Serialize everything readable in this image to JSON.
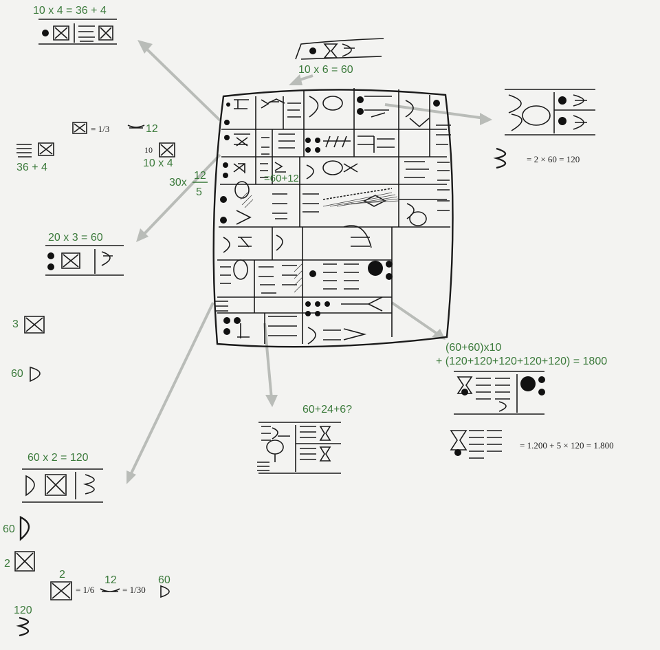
{
  "labels": {
    "top_left_eq": "10 x 4 = 36 + 4",
    "top_center_eq": "10 x 6 = 60",
    "third_eq_prefix": "= 1/3",
    "third_eq_value": "12",
    "ten_small": "10",
    "ten_times_four": "10 x 4",
    "thirty_six_plus_four": "36 + 4",
    "thirty_times": "30x",
    "frac_num": "12",
    "frac_den": "5",
    "sixty_plus_twelve": "=60+12",
    "twenty_eq": "20 x 3 = 60",
    "three": "3",
    "sixty": "60",
    "sixty_two_eq": "60 x 2 = 120",
    "sixty_b": "60",
    "two": "2",
    "sixth_two": "2",
    "sixth_prefix": "= 1/6",
    "sixth_twelve": "12",
    "thirtieth_prefix": "= 1/30",
    "sixth_sixty": "60",
    "one_twenty": "120",
    "center_bottom_eq": "60+24+6?",
    "right_eq_line1": "(60+60)x10",
    "right_eq_line2": "+ (120+120+120+120+120) = 1800",
    "right_eq_serif": "= 1.200 + 5 × 120 = 1.800",
    "right_top_eq": "= 2 × 60 = 120"
  },
  "colors": {
    "green_text": "#3b7a3b",
    "ink": "#1a1a1a",
    "arrow": "#b9bcb8",
    "background": "#f3f3f1"
  }
}
